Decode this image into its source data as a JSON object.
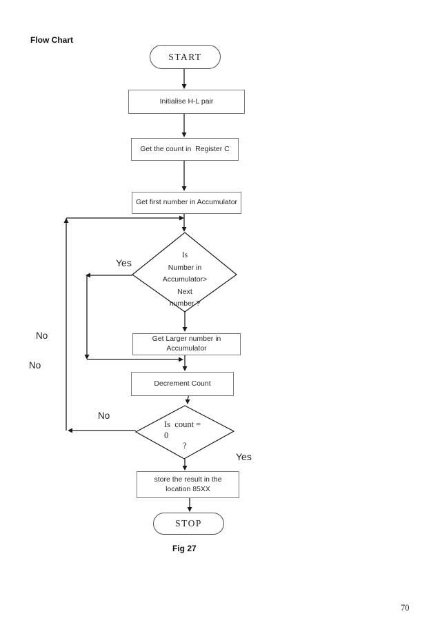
{
  "page": {
    "title": "Flow Chart",
    "figure_caption": "Fig 27",
    "page_number": "70"
  },
  "colors": {
    "line": "#1a1a1a",
    "box_border": "#777777",
    "terminal_border": "#4d4d4d",
    "text": "#262626",
    "background": "#ffffff"
  },
  "flowchart": {
    "start_label": "START",
    "stop_label": "STOP",
    "boxes": {
      "initialise": "Initialise H-L pair",
      "get_count": "Get the count in  Register C",
      "get_first": "Get first number in Accumulator",
      "get_larger_line1": "Get Larger number in",
      "get_larger_line2": "Accumulator",
      "decrement": "Decrement Count",
      "store_line1": "store the result in the",
      "store_line2": "location 85XX"
    },
    "decision1": {
      "line1": "Is",
      "line2": "Number in",
      "line3": "Accumulator>",
      "line4": "Next",
      "line5": "number ?"
    },
    "decision2": {
      "line1": "Is  count =",
      "line2": "0",
      "line3": "?"
    },
    "labels": {
      "yes1": "Yes",
      "no1": "No",
      "no2": "No",
      "no3": "No",
      "yes2": "Yes"
    }
  }
}
